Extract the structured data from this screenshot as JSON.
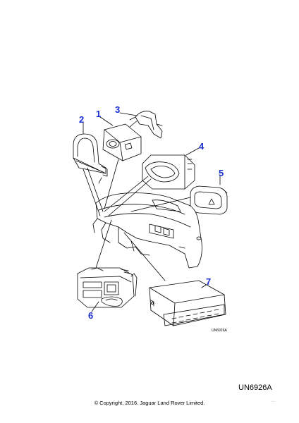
{
  "diagram": {
    "callouts": [
      {
        "id": "1",
        "label": "1"
      },
      {
        "id": "2",
        "label": "2"
      },
      {
        "id": "3",
        "label": "3"
      },
      {
        "id": "4",
        "label": "4"
      },
      {
        "id": "5",
        "label": "5"
      },
      {
        "id": "6",
        "label": "6"
      },
      {
        "id": "7",
        "label": "7"
      }
    ],
    "drawing_code": "UN6926A",
    "callout_color": "#1a2fd1",
    "line_color": "#000000",
    "fill_color": "#ffffff"
  },
  "footer": {
    "reference_code": "UN6926A",
    "copyright": "© Copyright, 2016. Jaguar Land Rover Limited.",
    "corner_mark": "..."
  }
}
